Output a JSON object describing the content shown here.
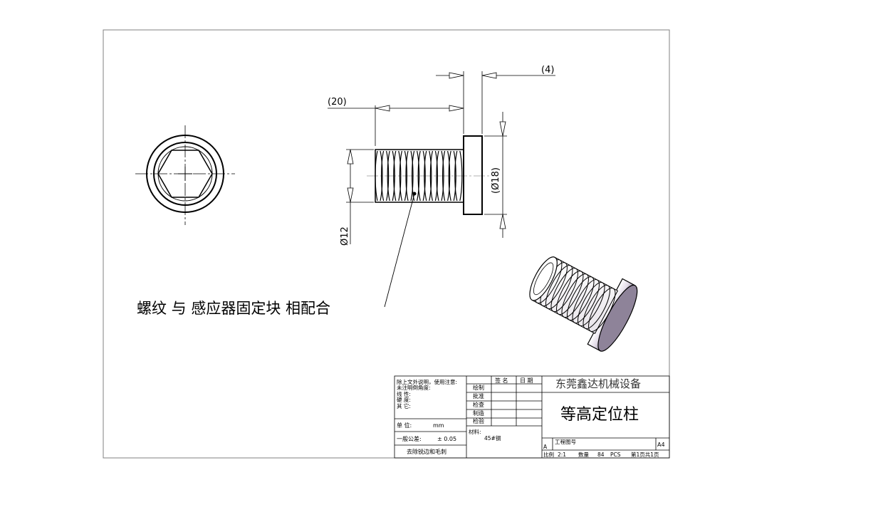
{
  "dimensions": {
    "length": "(20)",
    "head_thickness": "(4)",
    "head_diameter": "(Ø18)",
    "thread_diameter": "Ø12"
  },
  "note": "螺纹  与  感应器固定块 相配合",
  "title_block": {
    "company": "东莞鑫达机械设备",
    "part_name": "等高定位柱",
    "general_notes": [
      "除上文外说明，使用注意:",
      "未注明倒角度:",
      "线      性:",
      "硬      度:",
      "其      它:"
    ],
    "unit_label": "单      位:",
    "unit_value": "mm",
    "tolerance_label": "一般公差:",
    "tolerance_value": "±   0.05",
    "edge_note": "去除锐边和毛刺",
    "sign_headers": [
      "签  名",
      "日 期"
    ],
    "roles": [
      "绘制",
      "批准",
      "检查",
      "制造",
      "检验"
    ],
    "material_label": "材料:",
    "material_value": "45#钢",
    "drawing_no_label": "工程图号",
    "revision": "A",
    "paper": "A4",
    "scale_label": "比例",
    "scale_value": "2:1",
    "qty_label": "数量",
    "qty_value": "84",
    "qty_unit": "PCS",
    "sheet": "第1页共1页"
  },
  "colors": {
    "line": "#000000",
    "frame": "#808080",
    "shade_dark": "#9b8ea3"
  }
}
